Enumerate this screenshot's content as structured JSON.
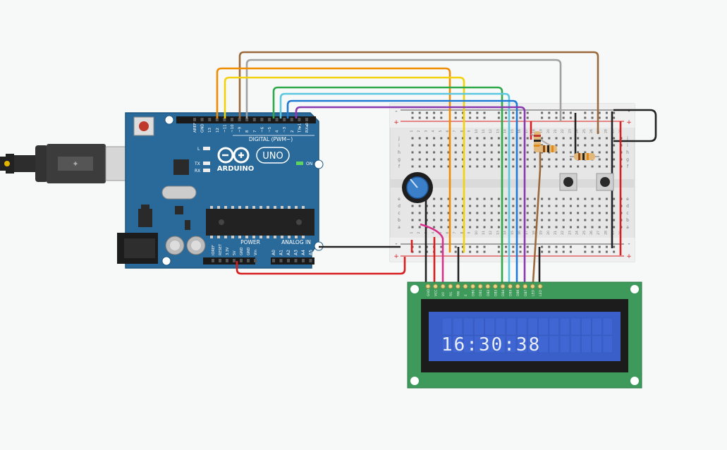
{
  "arduino": {
    "logo_text": "ARDUINO",
    "model": "UNO",
    "digital_label": "DIGITAL (PWM~)",
    "power_label": "POWER",
    "analog_label": "ANALOG IN",
    "on_label": "ON",
    "l_label": "L",
    "tx_label": "TX",
    "rx_label": "RX",
    "digital_pins": [
      "AREF",
      "GND",
      "13",
      "12",
      "~11",
      "~10",
      "~9",
      "8",
      "7",
      "~6",
      "~5",
      "4",
      "~3",
      "2",
      "TX▸1",
      "RX◂0"
    ],
    "power_pins": [
      "IOREF",
      "RESET",
      "3.3V",
      "5V",
      "GND",
      "GND",
      "Vin"
    ],
    "analog_pins": [
      "A0",
      "A1",
      "A2",
      "A3",
      "A4",
      "A5"
    ]
  },
  "breadboard": {
    "row_letters_top": [
      "j",
      "i",
      "h",
      "g",
      "f"
    ],
    "row_letters_bottom": [
      "e",
      "d",
      "c",
      "b",
      "a"
    ],
    "column_numbers": [
      "1",
      "2",
      "3",
      "4",
      "5",
      "6",
      "7",
      "8",
      "9",
      "10",
      "11",
      "12",
      "13",
      "14",
      "15",
      "16",
      "17",
      "18",
      "19",
      "20",
      "21",
      "22",
      "23",
      "24",
      "25",
      "26",
      "27",
      "28",
      "29",
      "30"
    ],
    "rail_plus": "+",
    "rail_minus": "-"
  },
  "lcd": {
    "display_text": "16:30:38",
    "pin_labels": [
      "GND",
      "VCC",
      "V0",
      "RS",
      "RW",
      "E",
      "DB0",
      "DB1",
      "DB2",
      "DB3",
      "DB4",
      "DB5",
      "DB6",
      "DB7",
      "LED",
      "LED"
    ]
  },
  "colors": {
    "arduino_board": "#2a6a9a",
    "breadboard": "#e6e6e6",
    "lcd_pcb": "#3d9a5a",
    "lcd_screen": "#3a5fc8",
    "wire_orange": "#f08c00",
    "wire_yellow": "#f2d20c",
    "wire_brown": "#9a6a3c",
    "wire_gray": "#a0a0a0",
    "wire_green": "#2eaa4a",
    "wire_light_blue": "#5ac8e0",
    "wire_blue": "#1e7ad2",
    "wire_purple": "#8a3ab0",
    "wire_red": "#d81e1e",
    "wire_black": "#222222",
    "wire_pink": "#d6308a"
  },
  "icons": [
    "usb-icon",
    "potentiometer-icon",
    "pushbutton-icon",
    "resistor-icon"
  ]
}
